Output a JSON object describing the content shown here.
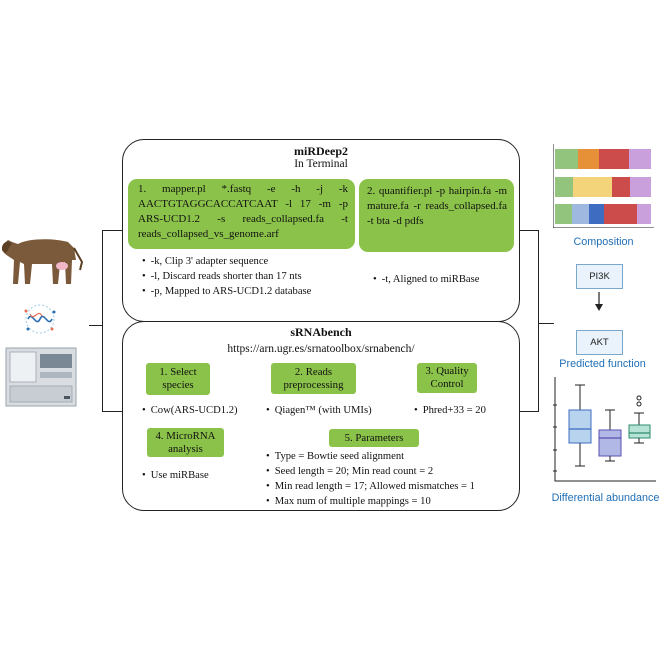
{
  "mirdeep": {
    "title": "miRDeep2",
    "subtitle": "In Terminal",
    "cmd1": "1. mapper.pl *.fastq -e -h -j -k AACTGTAGGCACCATCAAT -l 17 -m -p ARS-UCD1.2 -s reads_collapsed.fa -t reads_collapsed_vs_genome.arf",
    "cmd2": "2. quantifier.pl -p hairpin.fa -m mature.fa -r reads_collapsed.fa -t bta -d pdfs",
    "bullets1": [
      "-k, Clip 3' adapter sequence",
      "-l, Discard reads shorter than 17 nts",
      "-p, Mapped to ARS-UCD1.2 database"
    ],
    "bullets2": [
      "-t, Aligned to miRBase"
    ]
  },
  "srnabench": {
    "title": "sRNAbench",
    "url": "https://arn.ugr.es/srnatoolbox/srnabench/",
    "steps": [
      "1. Select species",
      "2. Reads preprocessing",
      "3. Quality Control",
      "4. MicroRNA analysis",
      "5. Parameters"
    ],
    "step_values": [
      "Cow(ARS-UCD1.2)",
      "Qiagen™ (with UMIs)",
      "Phred+33 = 20",
      "Use miRBase"
    ],
    "parameters": [
      "Type = Bowtie seed alignment",
      "Seed length = 20; Min read count = 2",
      "Min read length = 17; Allowed mismatches = 1",
      "Max num of multiple mappings = 10"
    ]
  },
  "outputs": {
    "composition_label": "Composition",
    "pathway_nodes": [
      "PI3K",
      "AKT"
    ],
    "predicted_label": "Predicted function",
    "differential_label": "Differential abundance"
  },
  "colors": {
    "panel_green": "#8bc34a",
    "label_blue": "#1f6fb6",
    "bar_green": "#93c47d",
    "bar_orange": "#e69138",
    "bar_red": "#cc4b4b",
    "bar_purple": "#c9a0dc",
    "bar_yellow": "#f3d47a",
    "bar_lightblue": "#9fb8e0",
    "bar_blue": "#3d6cc0"
  },
  "icons": [
    "cow-icon",
    "molecule-icon",
    "sequencer-icon",
    "down-arrow-icon"
  ]
}
